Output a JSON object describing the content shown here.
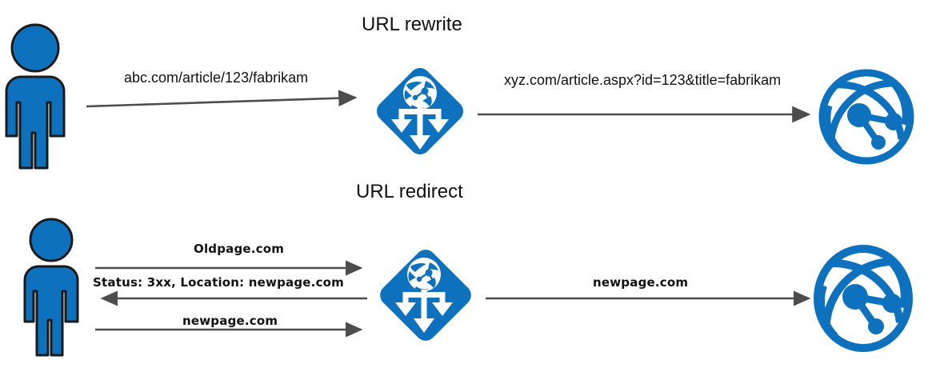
{
  "diagram": {
    "title_top": "URL rewrite",
    "title_bottom": "URL redirect",
    "colors": {
      "brand_blue": "#0E71BD",
      "icon_outline": "#1a1a1a",
      "arrow_gray": "#4d4d4d",
      "text_black": "#111111",
      "background": "#ffffff"
    }
  },
  "rewrite_section": {
    "title": "URL rewrite",
    "client_icon": "person-icon",
    "load_balancer_icon": "load-balancer-icon",
    "internet_icon": "internet-globe-icon",
    "request_label": "abc.com/article/123/fabrikam",
    "rewritten_label": "xyz.com/article.aspx?id=123&title=fabrikam"
  },
  "redirect_section": {
    "title": "URL redirect",
    "client_icon": "person-icon",
    "load_balancer_icon": "load-balancer-icon",
    "internet_icon": "internet-globe-icon",
    "step1_label": "Oldpage.com",
    "step2_label": "Status: 3xx, Location: newpage.com",
    "step3_label": "newpage.com",
    "backend_label": "newpage.com"
  }
}
